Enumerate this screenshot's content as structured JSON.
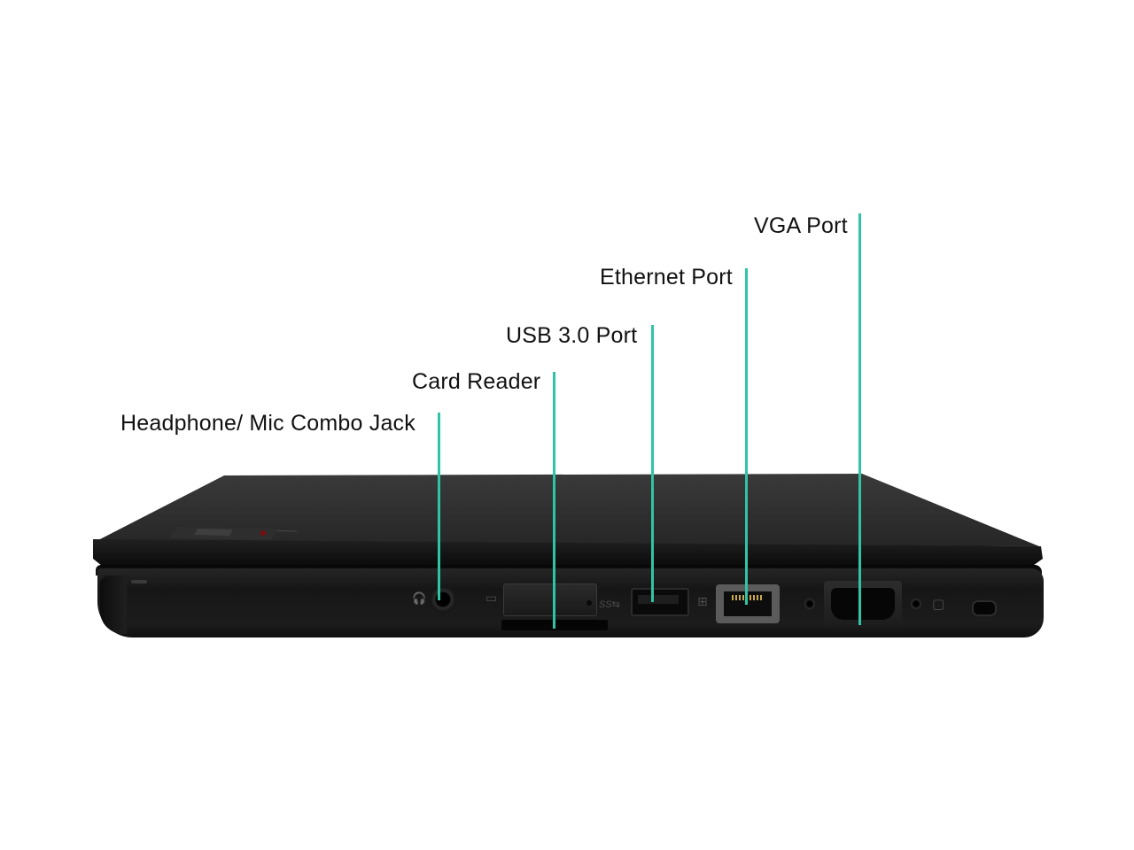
{
  "callouts": [
    {
      "id": "vga",
      "label": "VGA Port"
    },
    {
      "id": "ethernet",
      "label": "Ethernet Port"
    },
    {
      "id": "usb",
      "label": "USB 3.0 Port"
    },
    {
      "id": "card",
      "label": "Card Reader"
    },
    {
      "id": "audio",
      "label": "Headphone/ Mic Combo Jack"
    }
  ],
  "port_glyphs": {
    "usb_marker": "SS⇆"
  },
  "colors": {
    "leader": "#2fc4a5",
    "laptop_body": "#1a1a1a",
    "background": "#ffffff"
  }
}
